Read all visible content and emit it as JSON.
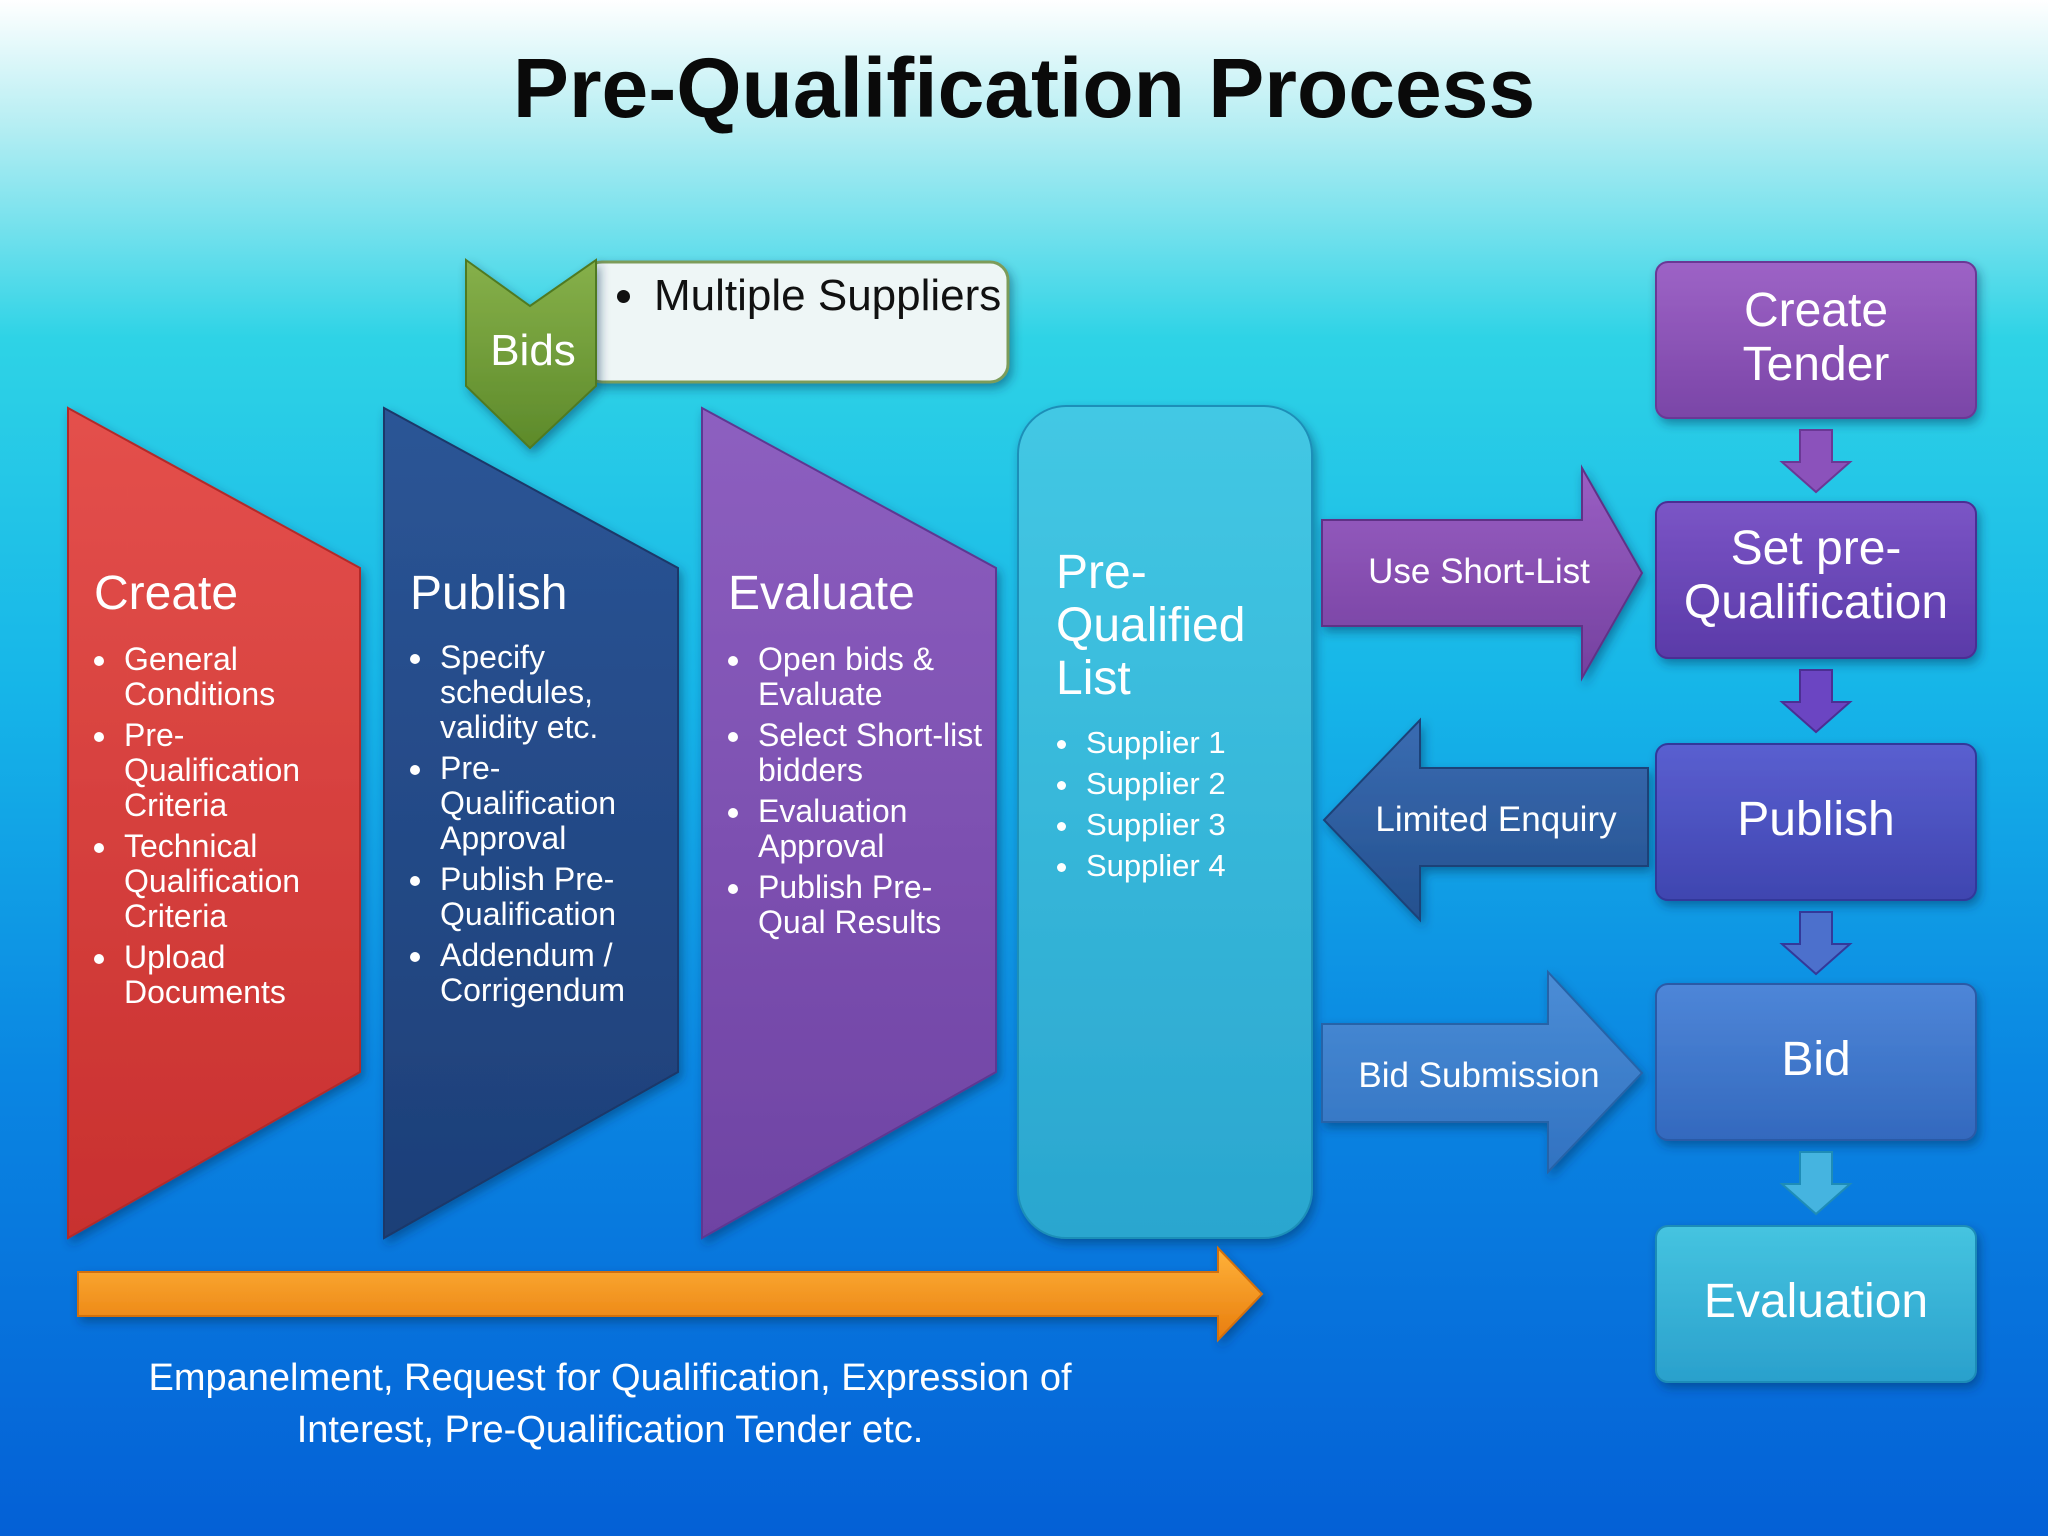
{
  "title": "Pre-Qualification Process",
  "bids": {
    "label": "Bids",
    "note": "Multiple Suppliers"
  },
  "stages": [
    {
      "title": "Create",
      "items": [
        "General Conditions",
        "Pre-Qualification Criteria",
        "Technical Qualification Criteria",
        "Upload Documents"
      ]
    },
    {
      "title": "Publish",
      "items": [
        "Specify schedules, validity etc.",
        "Pre-Qualification Approval",
        "Publish Pre-Qualification",
        "Addendum / Corrigendum"
      ]
    },
    {
      "title": "Evaluate",
      "items": [
        "Open bids & Evaluate",
        "Select Short-list bidders",
        "Evaluation Approval",
        "Publish Pre-Qual Results"
      ]
    }
  ],
  "qualified_list": {
    "title": "Pre-Qualified List",
    "suppliers": [
      "Supplier 1",
      "Supplier 2",
      "Supplier 3",
      "Supplier 4"
    ]
  },
  "connectors": {
    "short_list": "Use Short-List",
    "limited_enquiry": "Limited Enquiry",
    "bid_submission": "Bid Submission"
  },
  "tender_steps": [
    "Create Tender",
    "Set pre-Qualification",
    "Publish",
    "Bid",
    "Evaluation"
  ],
  "caption": "Empanelment, Request for Qualification, Expression of Interest, Pre-Qualification Tender etc.",
  "colors": {
    "create": "#d8403e",
    "publish": "#244a86",
    "evaluate": "#7e4fb0",
    "qualified_list": "#34b8d8",
    "bids": "#6f9a34",
    "orange_arrow": "#f29017"
  }
}
